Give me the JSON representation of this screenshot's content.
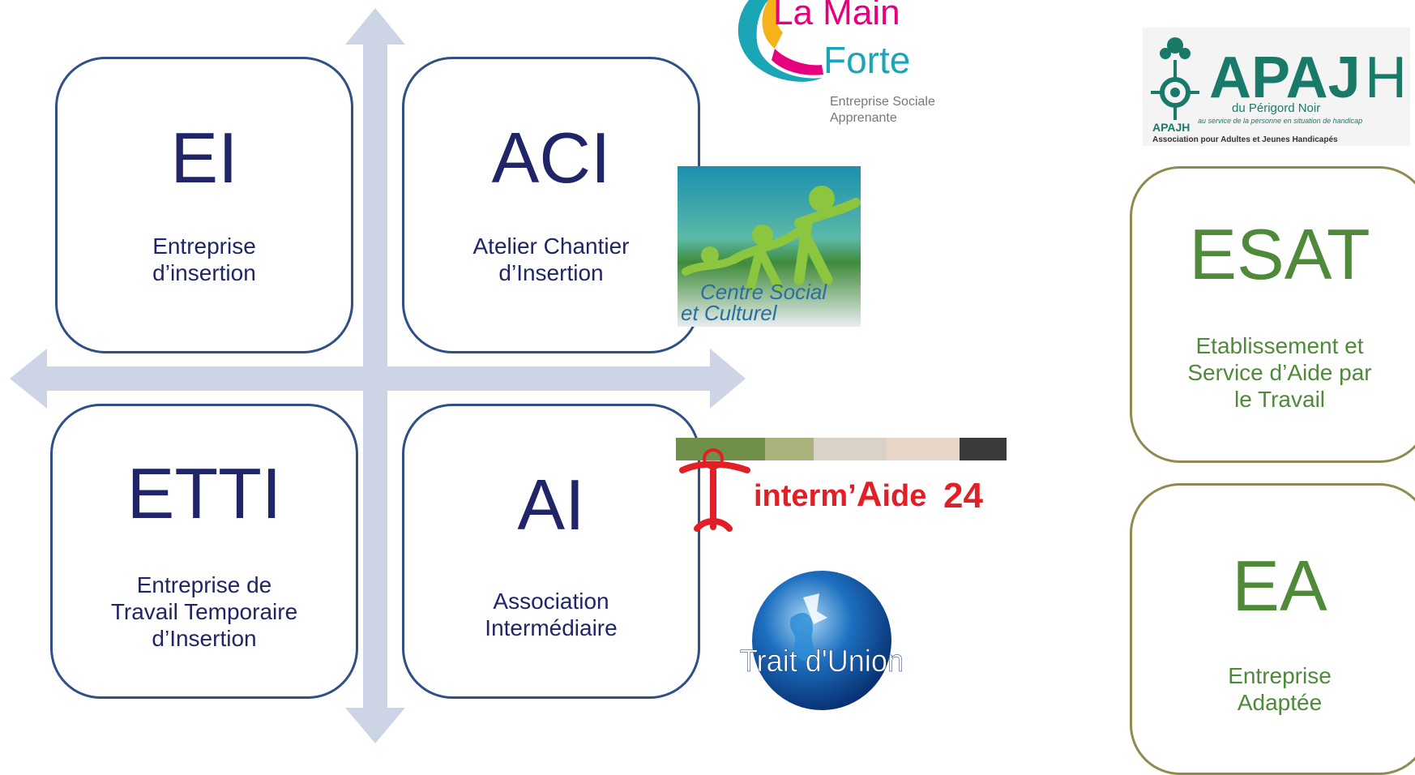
{
  "quadrants": [
    {
      "acronym": "EI",
      "name": "Entreprise\nd’insertion"
    },
    {
      "acronym": "ACI",
      "name": "Atelier Chantier\nd’Insertion"
    },
    {
      "acronym": "ETTI",
      "name": "Entreprise de\nTravail Temporaire\nd’Insertion"
    },
    {
      "acronym": "AI",
      "name": "Association\nIntermédiaire"
    }
  ],
  "side_boxes": [
    {
      "acronym": "ESAT",
      "name": "Etablissement et\nService d’Aide par\nle Travail"
    },
    {
      "acronym": "EA",
      "name": "Entreprise\nAdaptée"
    }
  ],
  "logos": {
    "la_main_forte": {
      "line1": "La Main",
      "line2": "Forte",
      "tagline1": "Entreprise Sociale",
      "tagline2": "Apprenante"
    },
    "centre_social": {
      "line1": "Centre Social",
      "line2": "et Culturel"
    },
    "intermaide": {
      "text_a": "interm’",
      "text_b": "A",
      "text_c": "ide",
      "text_d": "24"
    },
    "trait_union": {
      "text": "Trait d'Union"
    },
    "apajh": {
      "main": "APAJ",
      "h": "H",
      "sub": "du Périgord Noir",
      "small": "APAJH",
      "tagline": "au service de la personne en situation de handicap",
      "full": "Association pour Adultes et Jeunes Handicapés"
    }
  },
  "colors": {
    "arrow": "#ccd4e6",
    "box_border_blue": "#2f4f86",
    "text_blue": "#1f2566",
    "box_border_olive": "#8f8a4f",
    "text_green": "#4f8a3a",
    "apajh_teal": "#1a7a6a",
    "intermaide_red": "#e21e26"
  }
}
